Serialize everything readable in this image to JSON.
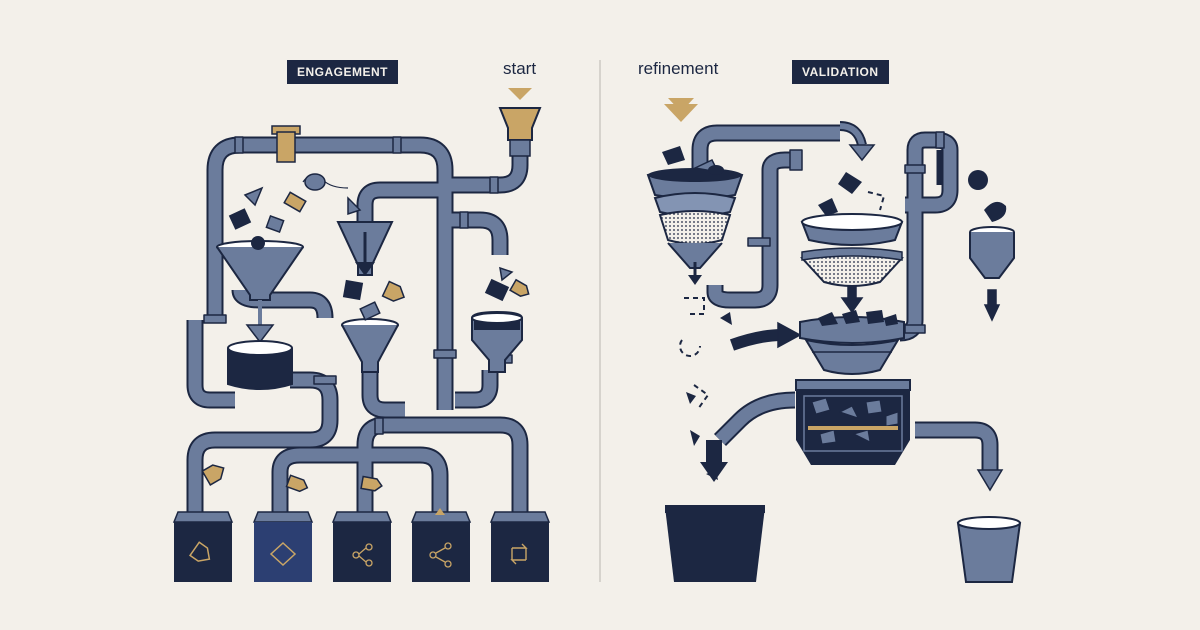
{
  "labels": {
    "engagement": "ENGAGEMENT",
    "start": "start",
    "refinement": "refinement",
    "validation": "VALIDATION"
  },
  "colors": {
    "background": "#f3f0ea",
    "pipe": "#6b7c9c",
    "dark_navy": "#1c2742",
    "gold": "#c9a566",
    "outline": "#1c2742"
  },
  "icons": {
    "bin_1": "tag-icon",
    "bin_2": "diamond-icon",
    "bin_3": "network-icon",
    "bin_4": "share-icon",
    "bin_5": "cycle-icon"
  }
}
